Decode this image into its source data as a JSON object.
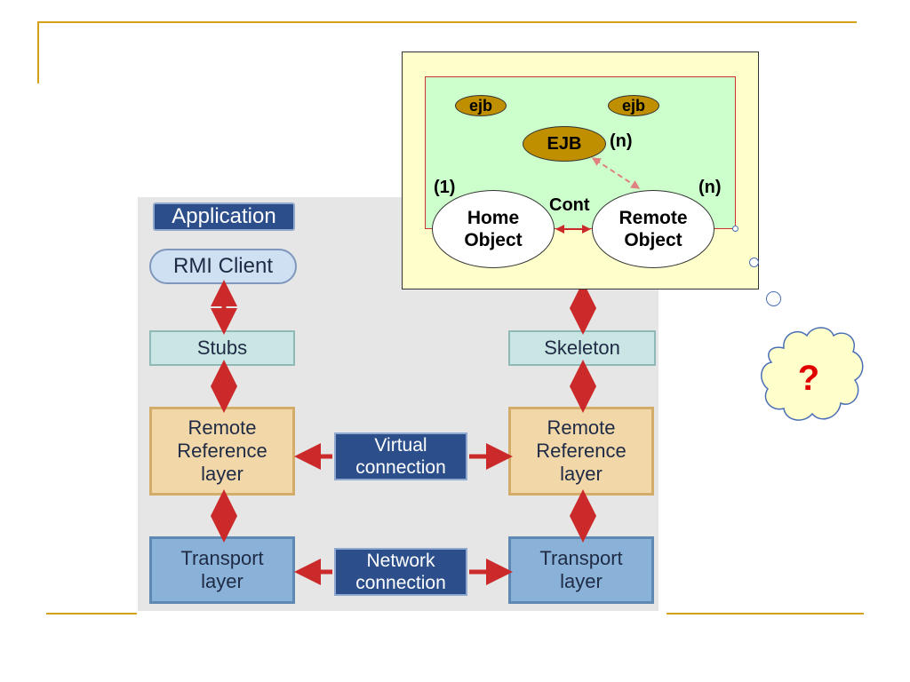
{
  "rmi_diagram": {
    "application": "Application",
    "rmi_client": "RMI Client",
    "stubs": "Stubs",
    "skeleton": "Skeleton",
    "rrl_left": "Remote\nReference\nlayer",
    "rrl_right": "Remote\nReference\nlayer",
    "virtual_connection": "Virtual\nconnection",
    "transport_left": "Transport\nlayer",
    "transport_right": "Transport\nlayer",
    "network_connection": "Network\nconnection"
  },
  "callout": {
    "ejb_left": "ejb",
    "ejb_right": "ejb",
    "ejb_main": "EJB",
    "ejb_main_multiplicity": "(n)",
    "home_multiplicity": "(1)",
    "remote_multiplicity": "(n)",
    "container_label_partial": "Cont",
    "home_object": "Home\nObject",
    "remote_object": "Remote\nObject"
  },
  "thought": {
    "symbol": "?"
  },
  "colors": {
    "rule": "#d4a017",
    "arrow_red": "#cc2a2a",
    "ejb_gold": "#bf8f00",
    "callout_bg": "#ffffcc",
    "container_bg": "#ccffcc",
    "question_red": "#e00000"
  }
}
